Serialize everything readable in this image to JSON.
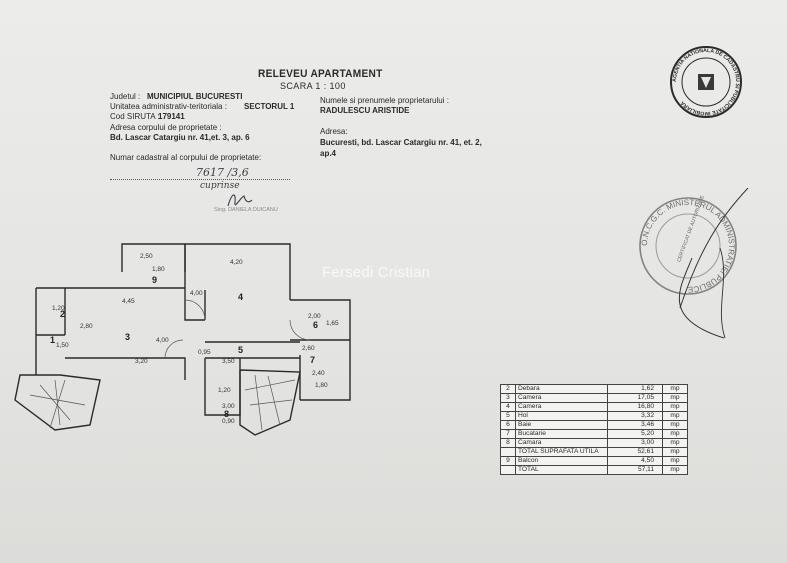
{
  "header": {
    "title": "RELEVEU APARTAMENT",
    "scale": "SCARA 1 : 100"
  },
  "left_block": {
    "judet_label": "Judetul :",
    "judet_value": "MUNICIPIUL BUCURESTI",
    "uat_label": "Unitatea administrativ-teritoriala :",
    "uat_value": "SECTORUL 1",
    "siruta_label": "Cod SIRUTA :",
    "siruta_value": "179141",
    "adresa_corp_label": "Adresa corpului de proprietate :",
    "adresa_corp_value": "Bd. Lascar Catargiu nr. 41,et. 3, ap. 6",
    "nr_cadastral_label": "Numar cadastral al corpului de proprietate:",
    "nr_cadastral_hand": "7617 /3,6",
    "hand_note": "cuprinse",
    "signature_caption": "Sing. DANIELA DUICANU"
  },
  "right_block": {
    "owner_label_1": "Numele si prenumele proprietarului :",
    "owner_value": "RADULESCU ARISTIDE",
    "adresa_label": "Adresa:",
    "adresa_value_1": "Bucuresti, bd. Lascar Catargiu nr. 41, et. 2,",
    "adresa_value_2": "ap.4"
  },
  "watermark": "Fersedi Cristian",
  "plan": {
    "rooms": [
      "1",
      "2",
      "3",
      "4",
      "5",
      "6",
      "7",
      "8",
      "9"
    ],
    "dimensions": [
      "2,50",
      "1,80",
      "4,20",
      "4,45",
      "4,00",
      "4,00",
      "2,80",
      "1,50",
      "1,20",
      "2,00",
      "1,65",
      "2,60",
      "2,40",
      "0,95",
      "3,50",
      "3,20",
      "1,20",
      "3,00",
      "0,90",
      "1,80"
    ]
  },
  "areas_table": {
    "rows": [
      {
        "nr": "2",
        "name": "Debara",
        "value": "1,62",
        "unit": "mp"
      },
      {
        "nr": "3",
        "name": "Camera",
        "value": "17,05",
        "unit": "mp"
      },
      {
        "nr": "4",
        "name": "Camera",
        "value": "16,80",
        "unit": "mp"
      },
      {
        "nr": "5",
        "name": "Hol",
        "value": "3,32",
        "unit": "mp"
      },
      {
        "nr": "6",
        "name": "Baie",
        "value": "3,46",
        "unit": "mp"
      },
      {
        "nr": "7",
        "name": "Bucatarie",
        "value": "5,20",
        "unit": "mp"
      },
      {
        "nr": "8",
        "name": "Camara",
        "value": "3,00",
        "unit": "mp"
      },
      {
        "nr": "",
        "name": "TOTAL SUPRAFATA UTILA",
        "value": "52,61",
        "unit": "mp"
      },
      {
        "nr": "9",
        "name": "Balcon",
        "value": "4,50",
        "unit": "mp"
      },
      {
        "nr": "",
        "name": "TOTAL",
        "value": "57,11",
        "unit": "mp"
      }
    ]
  },
  "stamps": {
    "top_right": "AGENTIA NATIONALA DE CADASTRU SI PUBLICITATE IMOBILIARA",
    "right_ring": "O.N.C.G.C. MINISTERUL ADMINISTRATIEI PUBLICE",
    "right_center": "CERTIFICAT DE AUTORIZARE"
  }
}
